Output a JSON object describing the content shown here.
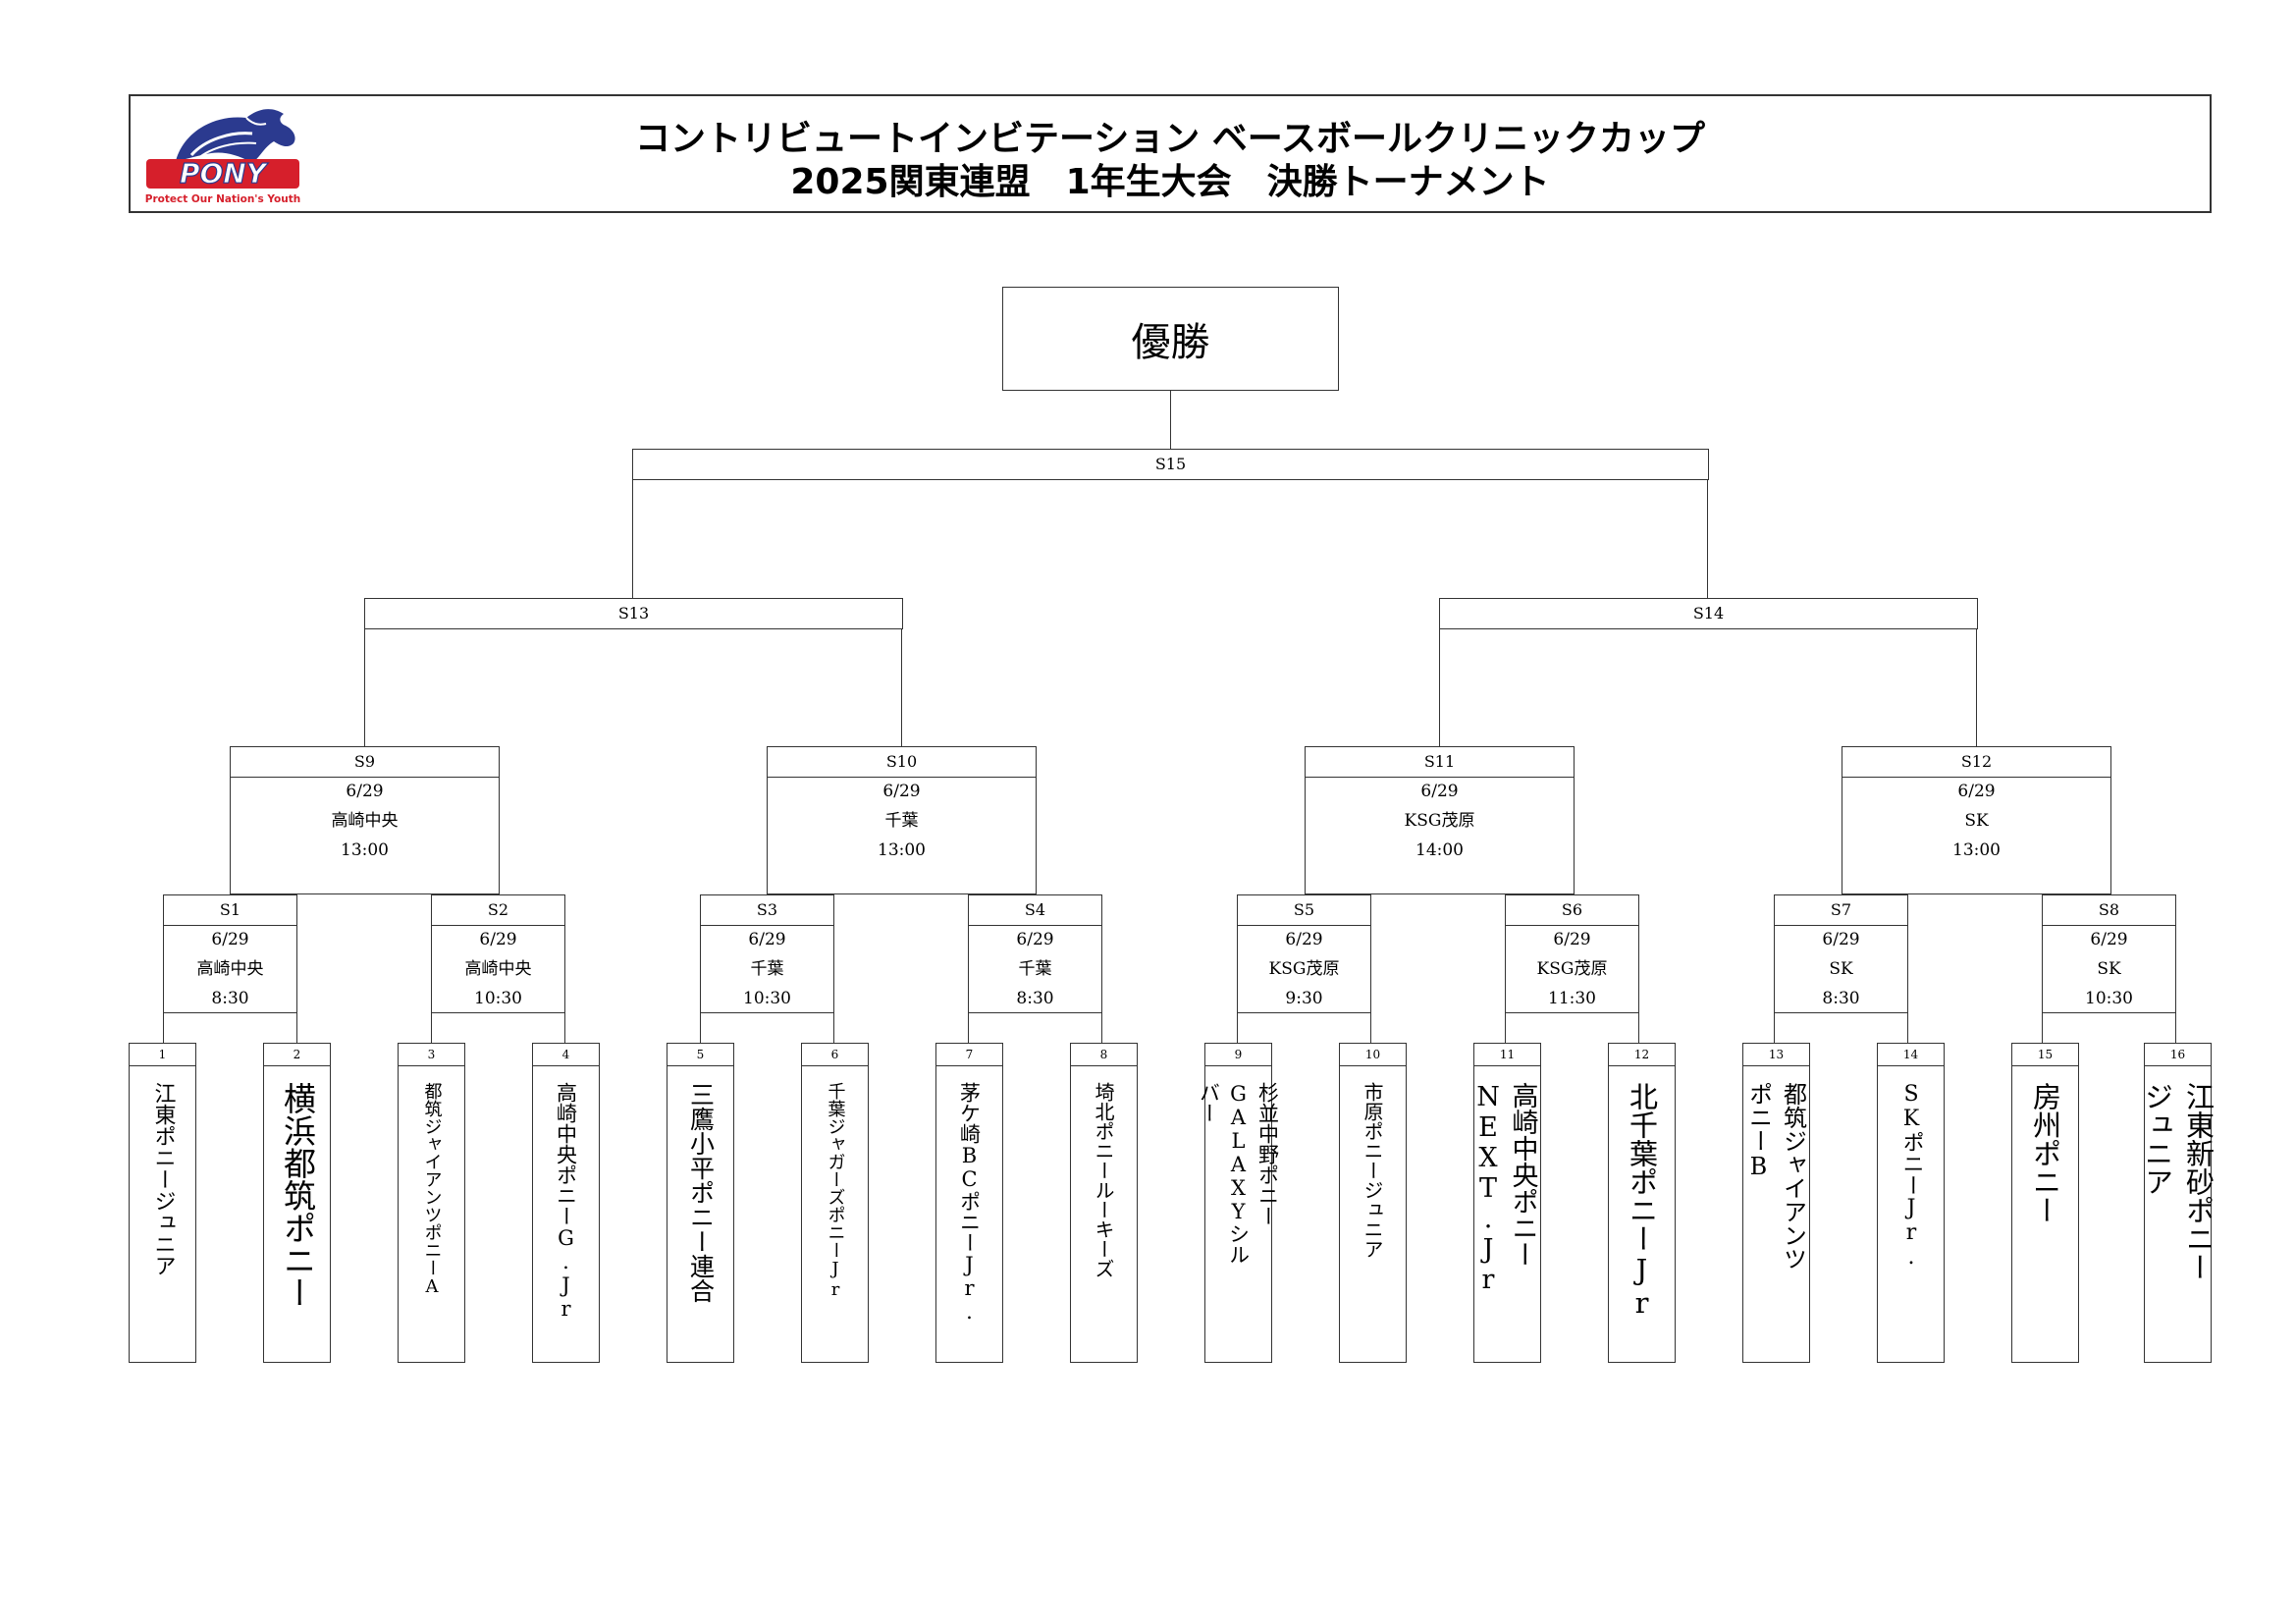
{
  "header": {
    "logo_text": "PONY",
    "logo_tagline": "Protect Our Nation's Youth",
    "title_line1": "コントリビュートインビテーション ベースボールクリニックカップ",
    "title_line2": "2025関東連盟　1年生大会　決勝トーナメント"
  },
  "champion_label": "優勝",
  "final": {
    "label": "S15"
  },
  "semifinals": [
    {
      "label": "S13"
    },
    {
      "label": "S14"
    }
  ],
  "quarterfinals": [
    {
      "label": "S9",
      "date": "6/29",
      "venue": "高崎中央",
      "time": "13:00"
    },
    {
      "label": "S10",
      "date": "6/29",
      "venue": "千葉",
      "time": "13:00"
    },
    {
      "label": "S11",
      "date": "6/29",
      "venue": "KSG茂原",
      "time": "14:00"
    },
    {
      "label": "S12",
      "date": "6/29",
      "venue": "SK",
      "time": "13:00"
    }
  ],
  "first_round": [
    {
      "label": "S1",
      "date": "6/29",
      "venue": "高崎中央",
      "time": "8:30"
    },
    {
      "label": "S2",
      "date": "6/29",
      "venue": "高崎中央",
      "time": "10:30"
    },
    {
      "label": "S3",
      "date": "6/29",
      "venue": "千葉",
      "time": "10:30"
    },
    {
      "label": "S4",
      "date": "6/29",
      "venue": "千葉",
      "time": "8:30"
    },
    {
      "label": "S5",
      "date": "6/29",
      "venue": "KSG茂原",
      "time": "9:30"
    },
    {
      "label": "S6",
      "date": "6/29",
      "venue": "KSG茂原",
      "time": "11:30"
    },
    {
      "label": "S7",
      "date": "6/29",
      "venue": "SK",
      "time": "8:30"
    },
    {
      "label": "S8",
      "date": "6/29",
      "venue": "SK",
      "time": "10:30"
    }
  ],
  "teams": [
    {
      "num": "1",
      "name": "江東ポニージュニア"
    },
    {
      "num": "2",
      "name": "横浜都筑ポニー"
    },
    {
      "num": "3",
      "name": "都筑ジャイアンツポニーA"
    },
    {
      "num": "4",
      "name": "高崎中央ポニーG.Jr"
    },
    {
      "num": "5",
      "name": "三鷹小平ポニー連合"
    },
    {
      "num": "6",
      "name": "千葉ジャガーズポニーJr"
    },
    {
      "num": "7",
      "name": "茅ケ崎BCポニーJr."
    },
    {
      "num": "8",
      "name": "埼北ポニールーキーズ"
    },
    {
      "num": "9",
      "name": "杉並中野ポニー\nGALAXYシル\nバー"
    },
    {
      "num": "10",
      "name": "市原ポニージュニア"
    },
    {
      "num": "11",
      "name": "高崎中央ポニー\nNEXT.Jr"
    },
    {
      "num": "12",
      "name": "北千葉ポニーJr"
    },
    {
      "num": "13",
      "name": "都筑ジャイアンツ\nポニーB"
    },
    {
      "num": "14",
      "name": "SKポニーJr."
    },
    {
      "num": "15",
      "name": "房州ポニー"
    },
    {
      "num": "16",
      "name": "江東新砂ポニー\nジュニア"
    }
  ]
}
